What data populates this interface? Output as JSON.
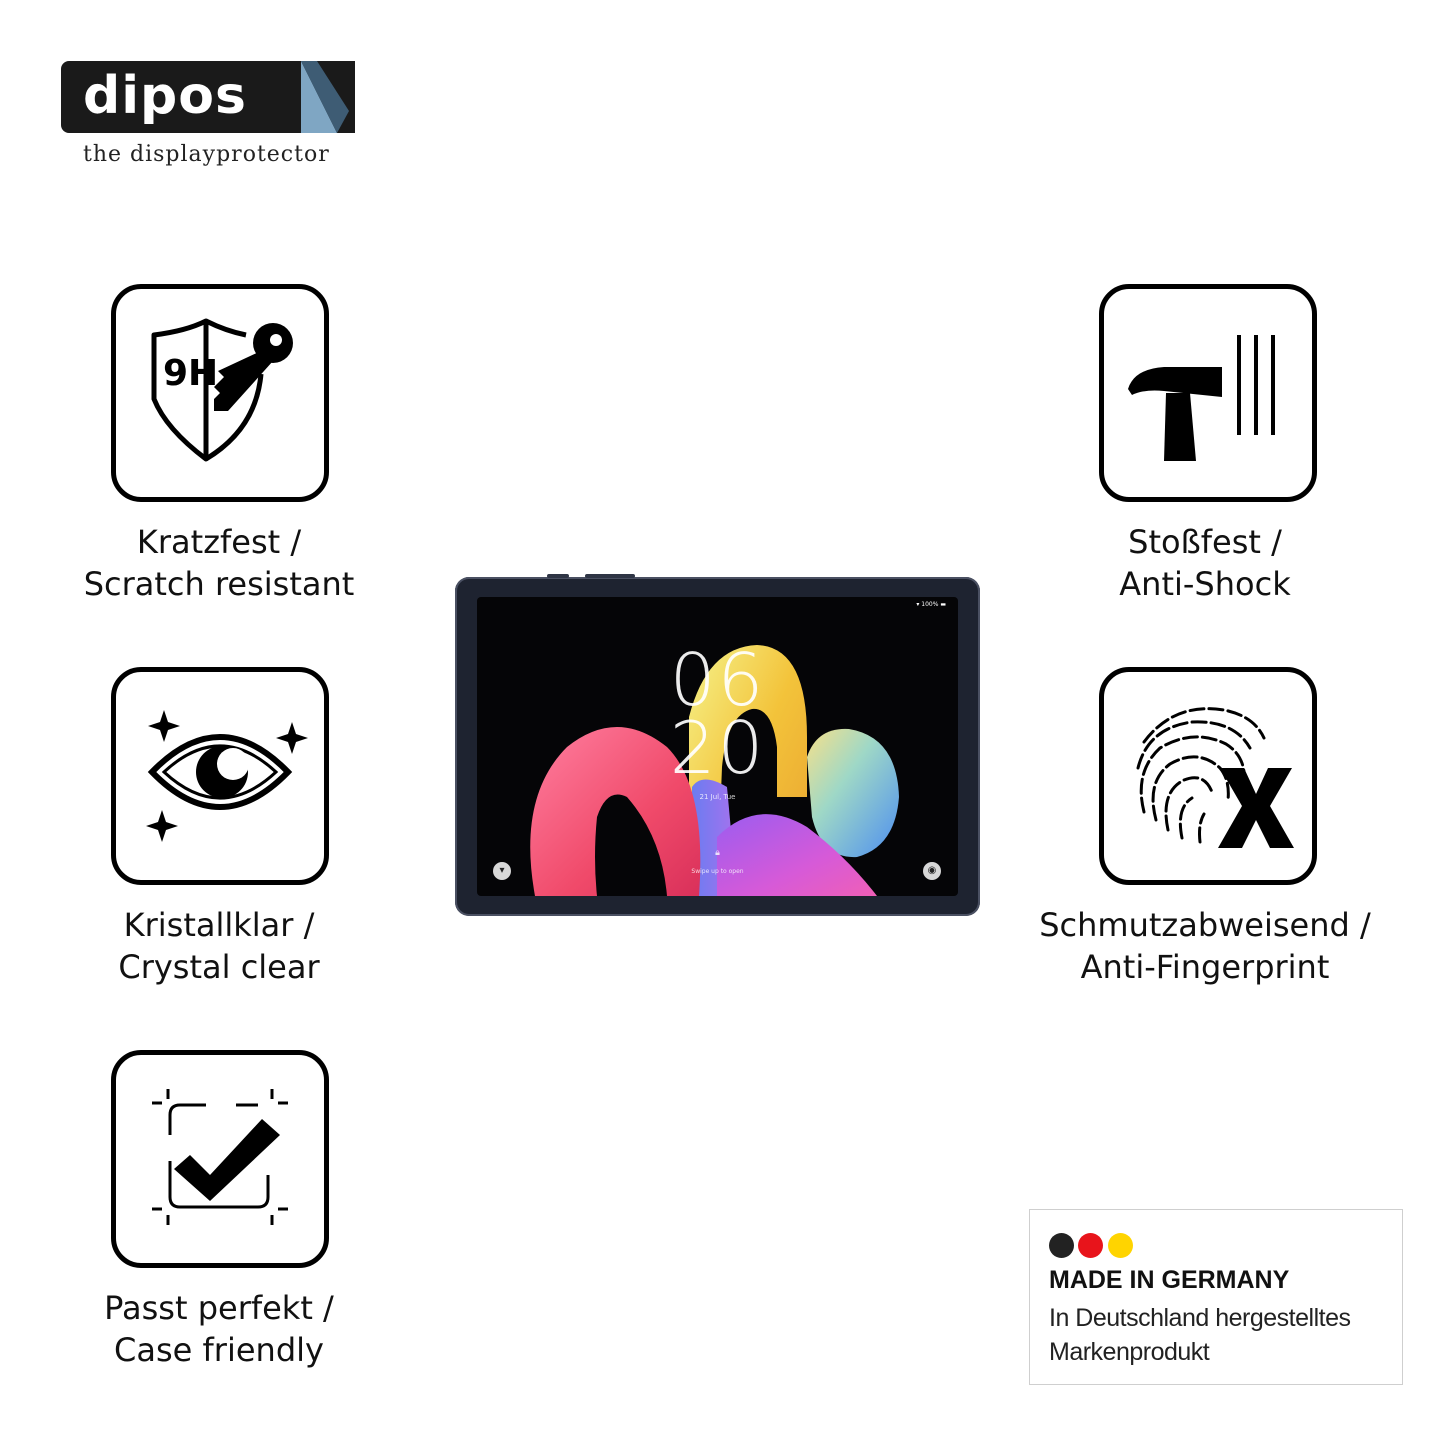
{
  "logo": {
    "text": "dipos",
    "tagline": "the displayprotector"
  },
  "features": [
    {
      "id": "scratch",
      "line1": "Kratzfest /",
      "line2": "Scratch resistant",
      "icon": "shield-key-9h-icon",
      "icon_text": "9H"
    },
    {
      "id": "shock",
      "line1": "Stoßfest /",
      "line2": "Anti-Shock",
      "icon": "hammer-icon"
    },
    {
      "id": "clear",
      "line1": "Kristallklar /",
      "line2": "Crystal clear",
      "icon": "eye-sparkle-icon"
    },
    {
      "id": "fingerprint",
      "line1": "Schmutzabweisend /",
      "line2": "Anti-Fingerprint",
      "icon": "fingerprint-x-icon"
    },
    {
      "id": "case",
      "line1": "Passt perfekt /",
      "line2": "Case friendly",
      "icon": "checkmark-frame-icon"
    }
  ],
  "tablet": {
    "hour": "06",
    "minute": "20",
    "date": "21 Jul, Tue",
    "unlock_hint": "Swipe up to open",
    "battery": "100%"
  },
  "made_in_germany": {
    "title": "MADE IN GERMANY",
    "line1": "In Deutschland hergestelltes",
    "line2": "Markenprodukt",
    "colors": [
      "#222222",
      "#e8141b",
      "#ffd400"
    ]
  }
}
